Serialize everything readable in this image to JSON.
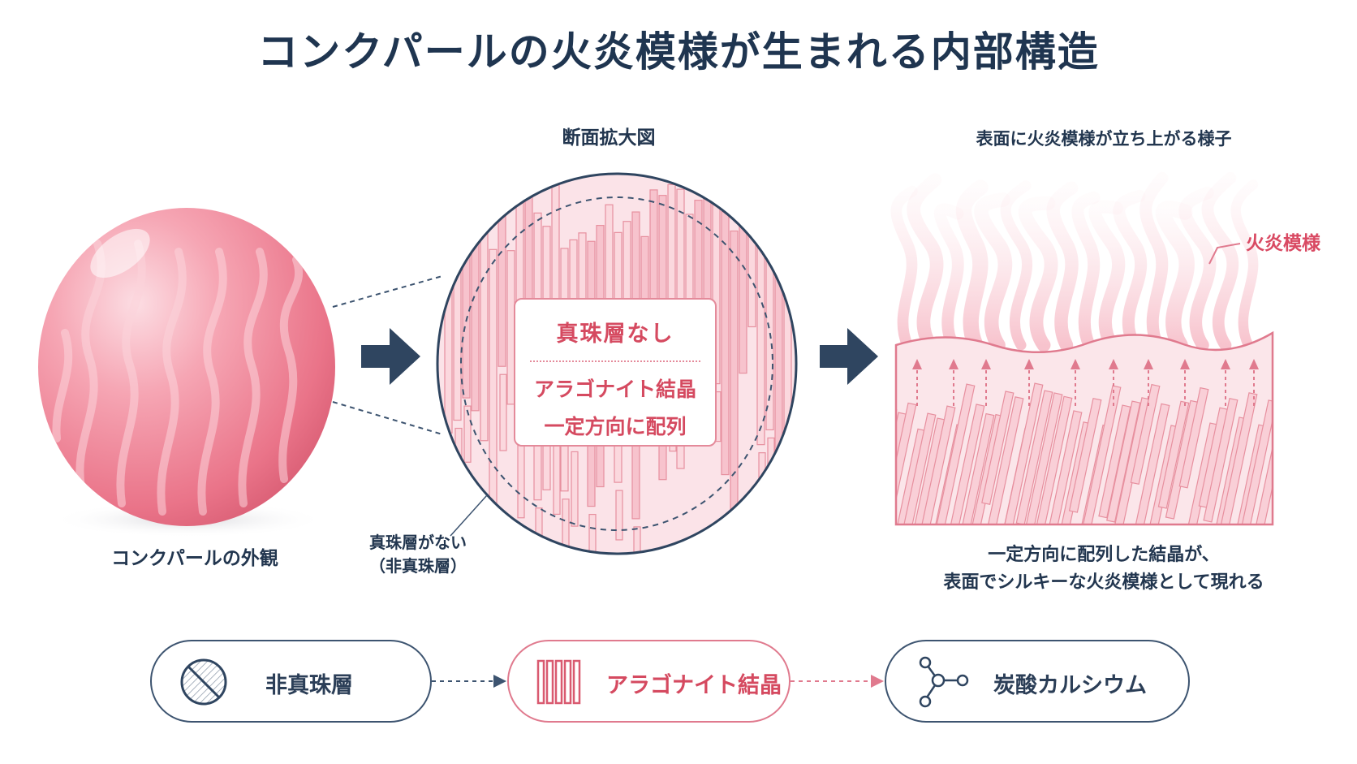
{
  "title": "コンクパールの火炎模様が生まれる内部構造",
  "labels": {
    "cross_section": "断面拡大図",
    "flame_rising": "表面に火炎模様が立ち上がる様子",
    "pearl_outer": "コンクパールの外観",
    "non_nacre_line1": "真珠層がない",
    "non_nacre_line2": "（非真珠層）",
    "flame_pattern": "火炎模様",
    "caption_line1": "一定方向に配列した結晶が、",
    "caption_line2": "表面でシルキーな火炎模様として現れる"
  },
  "inner_box": {
    "title": "真珠層なし",
    "aragonite": "アラゴナイト結晶",
    "orientation": "一定方向に配列"
  },
  "legend": [
    {
      "label": "非真珠層",
      "icon": "hatched-circle-icon"
    },
    {
      "label": "アラゴナイト結晶",
      "icon": "crystal-bars-icon"
    },
    {
      "label": "炭酸カルシウム",
      "icon": "molecule-icon"
    }
  ],
  "colors": {
    "navy": "#1f3550",
    "pink": "#d94a63",
    "light_pink": "#f7c9d2",
    "pearl": "#f27d92"
  }
}
